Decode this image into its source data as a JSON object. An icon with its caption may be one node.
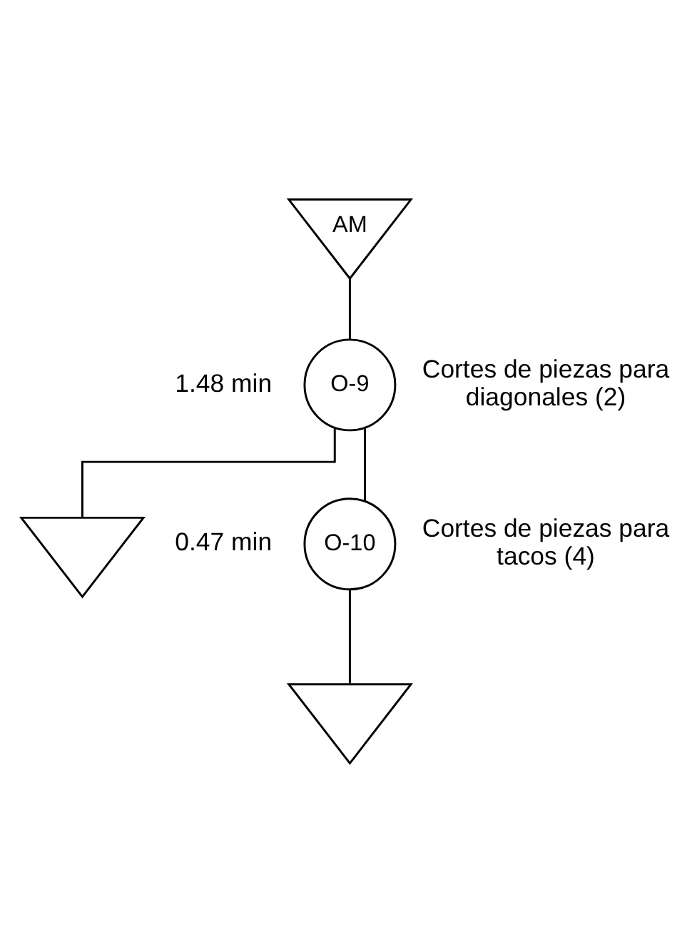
{
  "diagram": {
    "nodes": [
      {
        "text": [
          "AM"
        ]
      },
      {
        "text": [
          "O-9"
        ],
        "beside": [
          "1.48 min",
          "Cortes de piezas para diagonales (2)"
        ]
      },
      {
        "text": [],
        "shape": "triangle"
      },
      {
        "text": [
          "O-10"
        ],
        "beside": [
          "0.47 min",
          "Cortes de piezas para tacos (4)"
        ]
      },
      {
        "text": [],
        "shape": "triangle"
      }
    ],
    "edges": [
      {
        "from": 0,
        "to": 1,
        "arrow": "none"
      },
      {
        "from": 1,
        "to": 2,
        "arrow": "none"
      },
      {
        "from": 1,
        "to": 3,
        "arrow": "none"
      },
      {
        "from": 3,
        "to": 4,
        "arrow": "none"
      }
    ]
  }
}
